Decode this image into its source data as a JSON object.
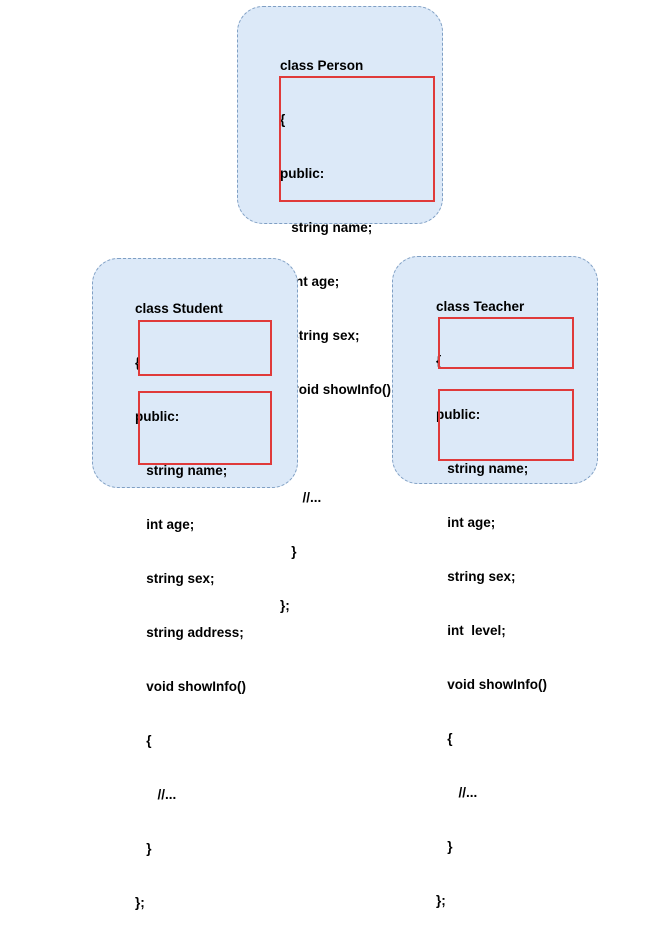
{
  "person": {
    "lines": [
      "class Person",
      "{",
      "public:",
      "   string name;",
      "   int age;",
      "   string sex;",
      "   void showInfo()",
      "   {",
      "      //...",
      "   }",
      "};"
    ]
  },
  "student": {
    "lines": [
      "class Student",
      "{",
      "public:",
      "   string name;",
      "   int age;",
      "   string sex;",
      "   string address;",
      "   void showInfo()",
      "   {",
      "      //...",
      "   }",
      "};"
    ]
  },
  "teacher": {
    "lines": [
      "class Teacher",
      "{",
      "public:",
      "   string name;",
      "   int age;",
      "   string sex;",
      "   int  level;",
      "   void showInfo()",
      "   {",
      "      //...",
      "   }",
      "};"
    ]
  },
  "colors": {
    "box_fill": "#dce9f8",
    "box_border": "#7f9fc4",
    "highlight": "#e03a3a"
  }
}
